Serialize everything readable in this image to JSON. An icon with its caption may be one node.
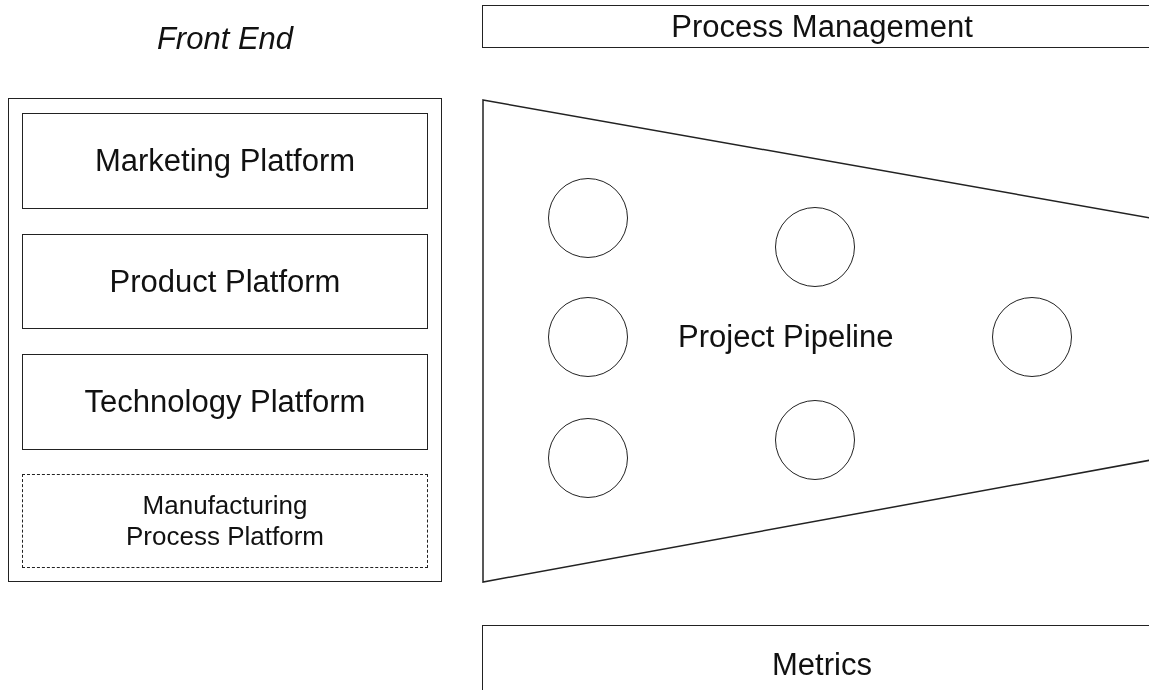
{
  "diagram": {
    "nodes": [
      {
        "text": [
          "Front End"
        ]
      },
      {
        "text": [
          "Marketing Platform"
        ],
        "in": 0
      },
      {
        "text": [
          "Product Platform"
        ],
        "in": 0
      },
      {
        "text": [
          "Technology Platform"
        ],
        "in": 0
      },
      {
        "text": [
          "Manufacturing Process Platform"
        ],
        "in": 0
      },
      {
        "text": [
          "Process Management"
        ]
      },
      {
        "text": [
          "Project Pipeline"
        ]
      },
      {
        "text": [],
        "shape": "circle",
        "in": 6
      },
      {
        "text": [],
        "shape": "circle",
        "in": 6
      },
      {
        "text": [],
        "shape": "circle",
        "in": 6
      },
      {
        "text": [],
        "shape": "circle",
        "in": 6
      },
      {
        "text": [],
        "shape": "circle",
        "in": 6
      },
      {
        "text": [],
        "shape": "circle",
        "in": 6
      },
      {
        "text": [
          "Metrics"
        ]
      }
    ]
  }
}
